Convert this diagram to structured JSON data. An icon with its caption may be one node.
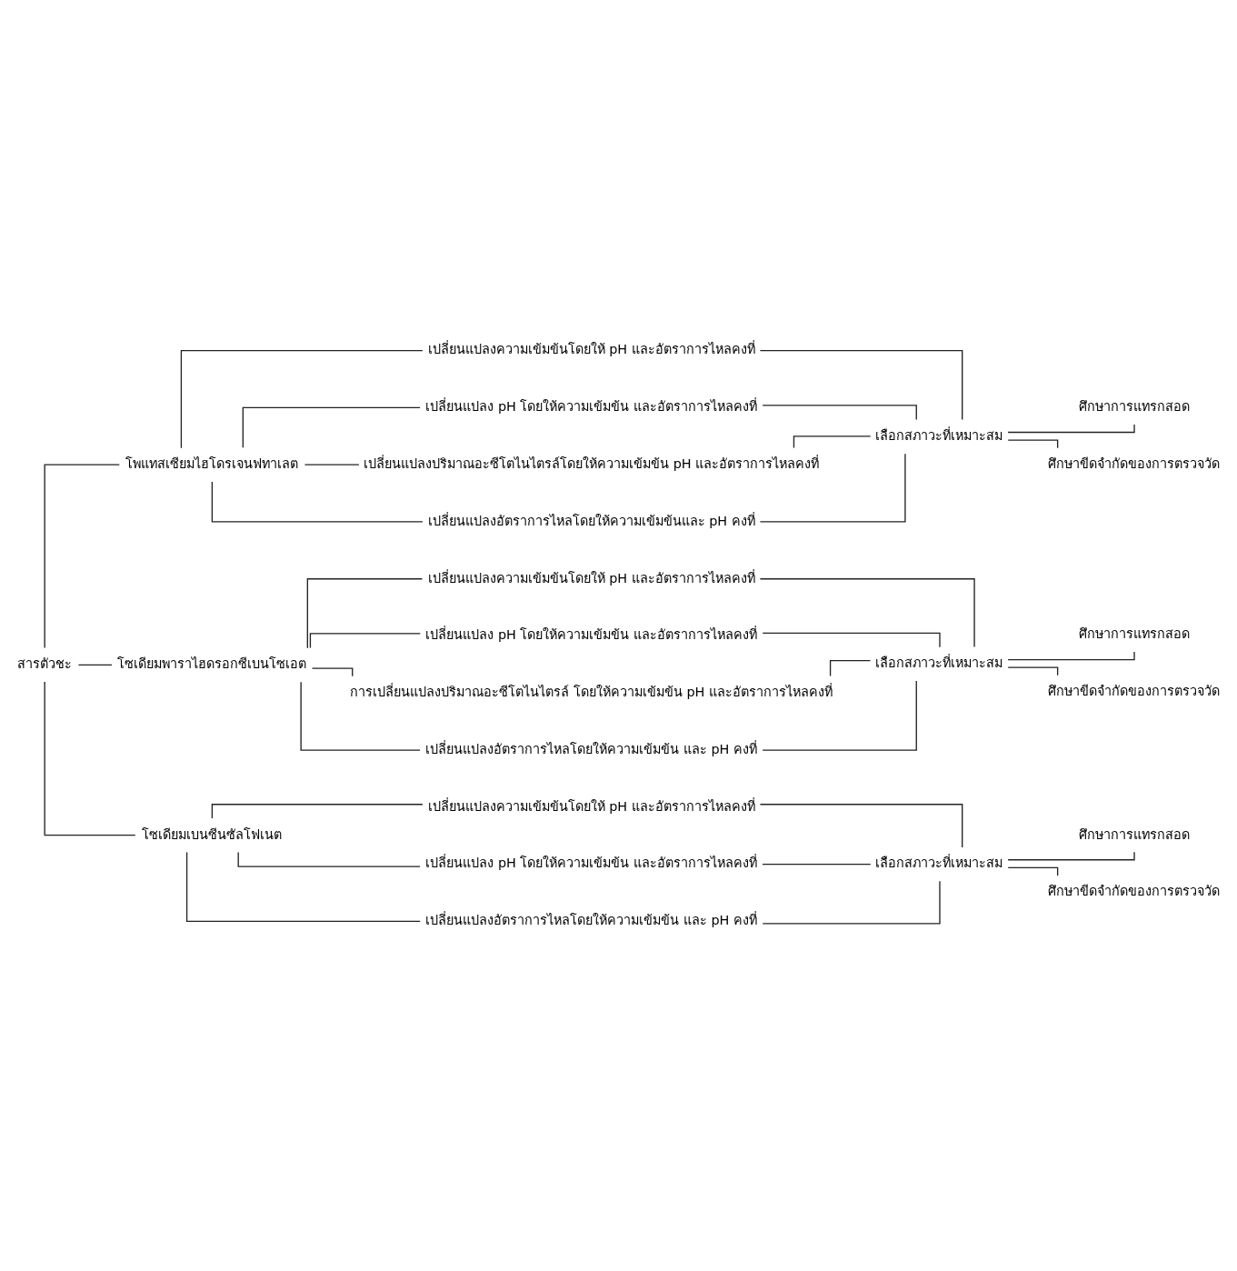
{
  "diagram": {
    "nodes": [
      {
        "text": [
          "สารตัวชะ"
        ]
      },
      {
        "text": [
          "โพแทสเซียมไฮโดรเจนฟทาเลต"
        ]
      },
      {
        "text": [
          "เปลี่ยนแปลงความเข้มข้นโดยให้ pH และอัตราการไหลคงที่"
        ]
      },
      {
        "text": [
          "เปลี่ยนแปลง pH โดยให้ความเข้มข้น และอัตราการไหลคงที่"
        ]
      },
      {
        "text": [
          "เปลี่ยนแปลงปริมาณอะซีโตไนไตรล์โดยให้ความเข้มข้น pH และอัตราการไหลคงที่"
        ]
      },
      {
        "text": [
          "เปลี่ยนแปลงอัตราการไหลโดยให้ความเข้มข้นและ pH คงที่"
        ]
      },
      {
        "text": [
          "เลือกสภาวะที่เหมาะสม"
        ]
      },
      {
        "text": [
          "ศึกษาการแทรกสอด"
        ]
      },
      {
        "text": [
          "ศึกษาขีดจำกัดของการตรวจวัด"
        ]
      },
      {
        "text": [
          "โซเดียมพาราไฮดรอกซีเบนโซเอต"
        ]
      },
      {
        "text": [
          "เปลี่ยนแปลงความเข้มข้นโดยให้ pH และอัตราการไหลคงที่"
        ]
      },
      {
        "text": [
          "เปลี่ยนแปลง pH โดยให้ความเข้มข้น และอัตราการไหลคงที่"
        ]
      },
      {
        "text": [
          "การเปลี่ยนแปลงปริมาณอะซีโตไนไตรล์ โดยให้ความเข้มข้น pH และอัตราการไหลคงที่"
        ]
      },
      {
        "text": [
          "เปลี่ยนแปลงอัตราการไหลโดยให้ความเข้มข้น และ pH คงที่"
        ]
      },
      {
        "text": [
          "เลือกสภาวะที่เหมาะสม"
        ]
      },
      {
        "text": [
          "ศึกษาการแทรกสอด"
        ]
      },
      {
        "text": [
          "ศึกษาขีดจำกัดของการตรวจวัด"
        ]
      },
      {
        "text": [
          "โซเดียมเบนซีนซัลโฟเนต"
        ]
      },
      {
        "text": [
          "เปลี่ยนแปลงความเข้มข้นโดยให้ pH และอัตราการไหลคงที่"
        ]
      },
      {
        "text": [
          "เปลี่ยนแปลง pH โดยให้ความเข้มข้น และอัตราการไหลคงที่"
        ]
      },
      {
        "text": [
          "เปลี่ยนแปลงอัตราการไหลโดยให้ความเข้มข้น และ pH คงที่"
        ]
      },
      {
        "text": [
          "เลือกสภาวะที่เหมาะสม"
        ]
      },
      {
        "text": [
          "ศึกษาการแทรกสอด"
        ]
      },
      {
        "text": [
          "ศึกษาขีดจำกัดของการตรวจวัด"
        ]
      }
    ],
    "edges": [
      {
        "from": 0,
        "to": 1,
        "arrow": "none"
      },
      {
        "from": 0,
        "to": 9,
        "arrow": "none"
      },
      {
        "from": 0,
        "to": 17,
        "arrow": "none"
      },
      {
        "from": 1,
        "to": 2,
        "arrow": "none"
      },
      {
        "from": 1,
        "to": 3,
        "arrow": "none"
      },
      {
        "from": 1,
        "to": 4,
        "arrow": "none"
      },
      {
        "from": 1,
        "to": 5,
        "arrow": "none"
      },
      {
        "from": 2,
        "to": 6,
        "arrow": "none"
      },
      {
        "from": 3,
        "to": 6,
        "arrow": "none"
      },
      {
        "from": 4,
        "to": 6,
        "arrow": "none"
      },
      {
        "from": 5,
        "to": 6,
        "arrow": "none"
      },
      {
        "from": 6,
        "to": 7,
        "arrow": "none"
      },
      {
        "from": 6,
        "to": 8,
        "arrow": "none"
      },
      {
        "from": 9,
        "to": 10,
        "arrow": "none"
      },
      {
        "from": 9,
        "to": 11,
        "arrow": "none"
      },
      {
        "from": 9,
        "to": 12,
        "arrow": "none"
      },
      {
        "from": 9,
        "to": 13,
        "arrow": "none"
      },
      {
        "from": 10,
        "to": 14,
        "arrow": "none"
      },
      {
        "from": 11,
        "to": 14,
        "arrow": "none"
      },
      {
        "from": 12,
        "to": 14,
        "arrow": "none"
      },
      {
        "from": 13,
        "to": 14,
        "arrow": "none"
      },
      {
        "from": 14,
        "to": 15,
        "arrow": "none"
      },
      {
        "from": 14,
        "to": 16,
        "arrow": "none"
      },
      {
        "from": 17,
        "to": 18,
        "arrow": "none"
      },
      {
        "from": 17,
        "to": 19,
        "arrow": "none"
      },
      {
        "from": 17,
        "to": 20,
        "arrow": "none"
      },
      {
        "from": 18,
        "to": 21,
        "arrow": "none"
      },
      {
        "from": 19,
        "to": 21,
        "arrow": "none"
      },
      {
        "from": 20,
        "to": 21,
        "arrow": "none"
      },
      {
        "from": 21,
        "to": 22,
        "arrow": "none"
      },
      {
        "from": 21,
        "to": 23,
        "arrow": "none"
      }
    ]
  }
}
